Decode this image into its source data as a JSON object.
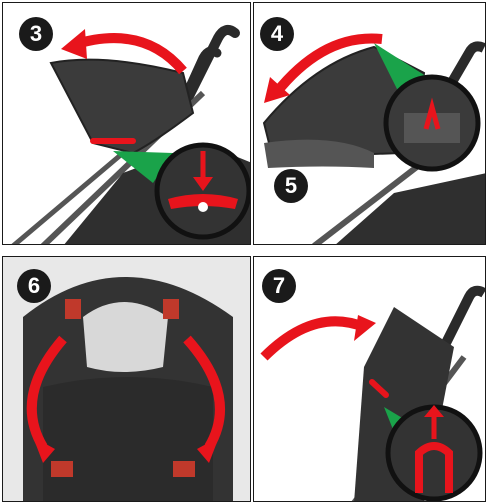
{
  "steps": [
    {
      "number": "3"
    },
    {
      "number": "4",
      "callout": "5"
    },
    {
      "number": "6"
    },
    {
      "number": "7"
    }
  ],
  "colors": {
    "arrow": "#e8141c",
    "fabric": "#3b3b3b",
    "mesh": "#2f2f2f",
    "indicator": "#1aa34a",
    "badge": "#1a1a1a"
  }
}
